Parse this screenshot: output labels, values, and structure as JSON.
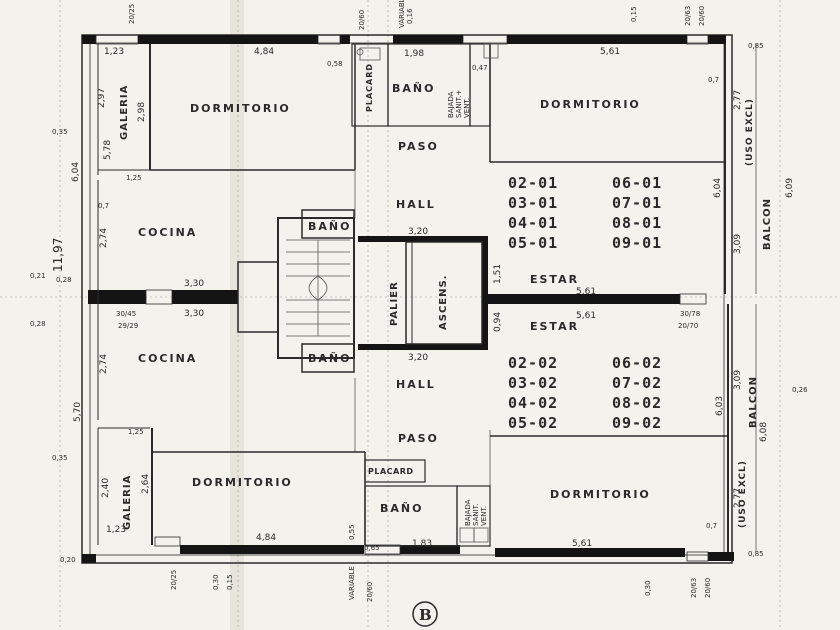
{
  "rooms": {
    "dormitorio_nw": "DORMITORIO",
    "dormitorio_ne": "DORMITORIO",
    "dormitorio_sw": "DORMITORIO",
    "dormitorio_se": "DORMITORIO",
    "galeria_n": "GALERIA",
    "galeria_s": "GALERIA",
    "cocina_n": "COCINA",
    "cocina_s": "COCINA",
    "bano_n_top": "BAÑO",
    "bano_n_small": "BAÑO",
    "bano_s_small": "BAÑO",
    "bano_s_bottom": "BAÑO",
    "paso_n": "PASO",
    "paso_s": "PASO",
    "hall_n": "HALL",
    "hall_s": "HALL",
    "estar_n": "ESTAR",
    "estar_s": "ESTAR",
    "palier": "PALIER",
    "ascens": "ASCENS.",
    "placard_n": "PLACARD",
    "placard_s": "PLACARD",
    "balcon_n": "BALCON",
    "uso_excl_n": "(USO EXCL)",
    "balcon_s": "BALCON",
    "uso_excl_s": "(USO EXCL)",
    "bajada_n": "BAJADA",
    "sanit_n": "SANIT.+",
    "vent_n": "VENT.",
    "bajada_s": "BAJADA",
    "sanit_s": "SANIT.",
    "vent_s": "VENT."
  },
  "units_north": {
    "col1": [
      "02-01",
      "03-01",
      "04-01",
      "05-01"
    ],
    "col2": [
      "06-01",
      "07-01",
      "08-01",
      "09-01"
    ]
  },
  "units_south": {
    "col1": [
      "02-02",
      "03-02",
      "04-02",
      "05-02"
    ],
    "col2": [
      "06-02",
      "07-02",
      "08-02",
      "09-02"
    ]
  },
  "dims": {
    "d_484_n": "4,84",
    "d_123_n": "1,23",
    "d_198": "1,98",
    "d_561_n": "5,61",
    "d_085_n": "0,85",
    "d_297": "2,97",
    "d_578": "5,78",
    "d_298": "2,98",
    "d_035_n": "0,35",
    "d_604_w": "6,04",
    "d_007_w": "0,7",
    "d_274_n": "2,74",
    "d_1197": "11,97",
    "d_021": "0,21",
    "d_028_a": "0,28",
    "d_028_b": "0,28",
    "d_330_a": "3,30",
    "d_330_b": "3,30",
    "d_3045": "30/45",
    "d_2929": "29/29",
    "d_274_s": "2,74",
    "d_570": "5,70",
    "d_035_s": "0,35",
    "d_125_n": "1,25",
    "d_125_s": "1,25",
    "d_240": "2,40",
    "d_264": "2,64",
    "d_484_s": "4,84",
    "d_123_s": "1,23",
    "d_320_n": "3,20",
    "d_320_s": "3,20",
    "d_151": "1,51",
    "d_094": "0,94",
    "d_561_m1": "5,61",
    "d_561_m2": "5,61",
    "d_3078": "30/78",
    "d_2070": "20/70",
    "d_277_n": "2,77",
    "d_604_e": "6,04",
    "d_609": "6,09",
    "d_309_n": "3,09",
    "d_309_s": "3,09",
    "d_603": "6,03",
    "d_608": "6,08",
    "d_277_s": "2,77",
    "d_026": "0,26",
    "d_183": "1,83",
    "d_561_s": "5,61",
    "d_085_s": "0,85",
    "d_058": "0,58",
    "d_047": "0,47",
    "d_007_ne": "0,7",
    "d_007_se": "0,7",
    "d_016": "0,16",
    "d_065": "0,65",
    "d_055": "0,55",
    "d_020": "0,20",
    "d_variable_n": "VARIABLE",
    "d_variable_s": "VARIABLE",
    "d_015_a": "0,15",
    "d_015_b": "0,15",
    "d_030_a": "0,30",
    "d_030_b": "0,30",
    "d_2060_a": "20/60",
    "d_2025_a": "20/25",
    "d_2060_b": "20/60",
    "d_2025_b": "20/25",
    "d_2063_a": "20/63",
    "d_2060_c": "20/60",
    "d_2063_b": "20/63",
    "d_2060_d": "20/60"
  },
  "marker": "B"
}
